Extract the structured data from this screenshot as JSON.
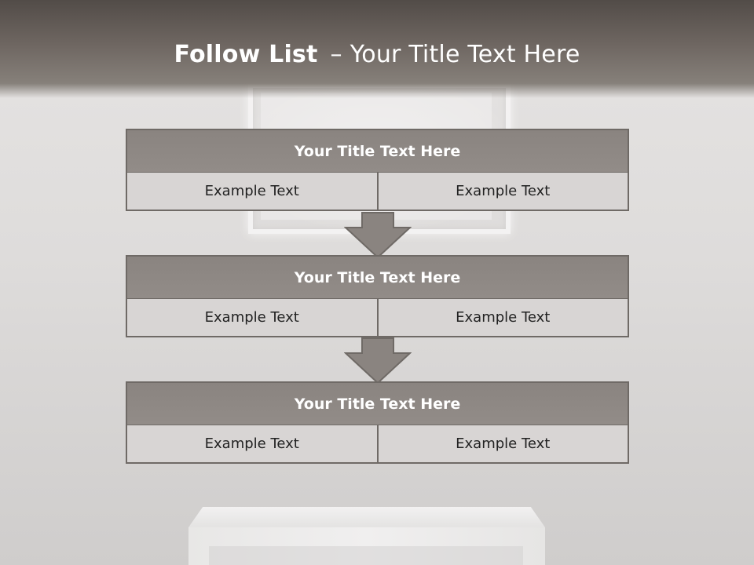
{
  "slide": {
    "title_bold": "Follow List",
    "title_separator": "–",
    "title_rest": "Your Title Text Here"
  },
  "blocks": [
    {
      "header": "Your Title Text Here",
      "cells": [
        "Example Text",
        "Example Text"
      ]
    },
    {
      "header": "Your Title Text Here",
      "cells": [
        "Example Text",
        "Example Text"
      ]
    },
    {
      "header": "Your Title Text Here",
      "cells": [
        "Example Text",
        "Example Text"
      ]
    }
  ],
  "colors": {
    "header_fill": "#8d8783",
    "cell_fill": "#d8d5d4",
    "border": "#6f6a66",
    "arrow_fill": "#8a8480",
    "title_band": "#6e6661"
  }
}
